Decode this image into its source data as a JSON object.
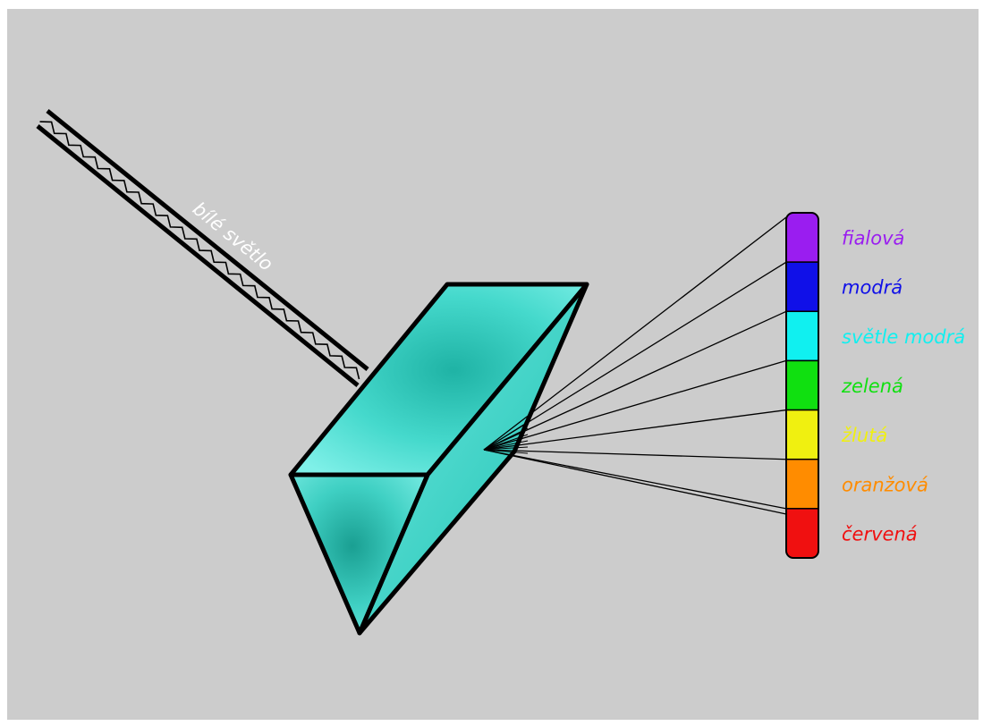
{
  "colors": {
    "background": "#cccccc",
    "frame": "#ffffff",
    "prism_light": "#6fe8e0",
    "prism_mid": "#3fd4c8",
    "prism_dark": "#1fa99c",
    "outline": "#000000",
    "ray_label": "#ffffff"
  },
  "beam": {
    "label": "bílé světlo"
  },
  "spectrum": [
    {
      "label": "fialová",
      "color": "#9a1df0"
    },
    {
      "label": "modrá",
      "color": "#1010e8"
    },
    {
      "label": "světle modrá",
      "color": "#10f0f0"
    },
    {
      "label": "zelená",
      "color": "#10e010"
    },
    {
      "label": "žlutá",
      "color": "#f0f010"
    },
    {
      "label": "oranžová",
      "color": "#ff8c00"
    },
    {
      "label": "červená",
      "color": "#f01010"
    }
  ]
}
